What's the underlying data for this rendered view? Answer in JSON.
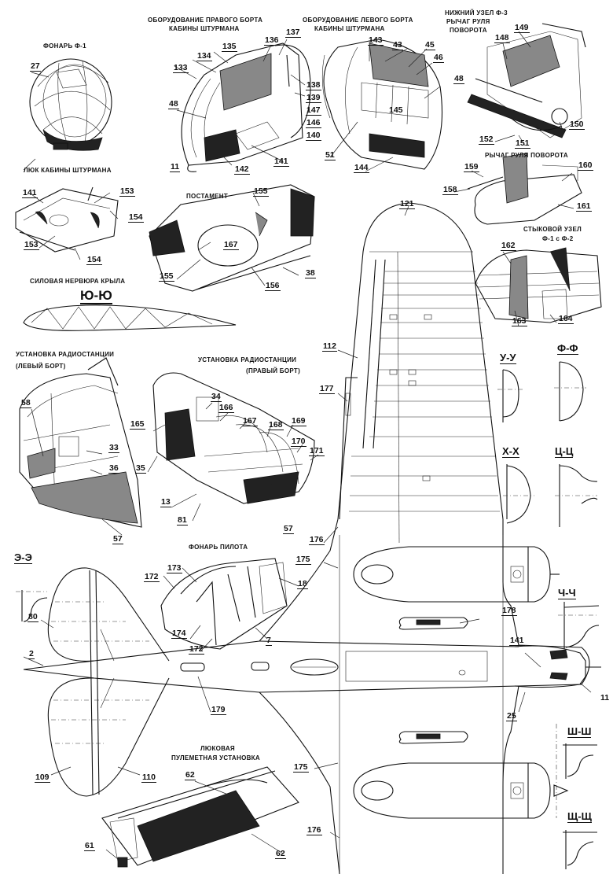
{
  "titles": {
    "canopy_f1": "ФОНАРЬ Ф-1",
    "right_nav_equipment_1": "ОБОРУДОВАНИЕ ПРАВОГО БОРТА",
    "right_nav_equipment_2": "КАБИНЫ ШТУРМАНА",
    "left_nav_equipment_1": "ОБОРУДОВАНИЕ ЛЕВОГО БОРТА",
    "left_nav_equipment_2": "КАБИНЫ ШТУРМАНА",
    "lower_unit_1": "НИЖНИЙ УЗЕЛ Ф-3",
    "lower_unit_2": "РЫЧАГ РУЛЯ",
    "lower_unit_3": "ПОВОРОТА",
    "nav_hatch": "ЛЮК КАБИНЫ ШТУРМАНА",
    "pedestal": "ПОСТАМЕНТ",
    "rudder_lever": "РЫЧАГ РУЛЯ ПОВОРОТА",
    "joint_1": "СТЫКОВОЙ УЗЕЛ",
    "joint_2": "Ф-1 с Ф-2",
    "wing_rib": "СИЛОВАЯ НЕРВЮРА КРЫЛА",
    "radio_left_1": "УСТАНОВКА РАДИОСТАНЦИИ",
    "radio_left_2": "(ЛЕВЫЙ БОРТ)",
    "radio_right_1": "УСТАНОВКА РАДИОСТАНЦИИ",
    "radio_right_2": "(ПРАВЫЙ БОРТ)",
    "pilot_canopy": "ФОНАРЬ ПИЛОТА",
    "hatch_gun_1": "ЛЮКОВАЯ",
    "hatch_gun_2": "ПУЛЕМЕТНАЯ УСТАНОВКА"
  },
  "sections": {
    "yu": "Ю-Ю",
    "u": "У-У",
    "f": "Ф-Ф",
    "kh": "Х-Х",
    "ts": "Ц-Ц",
    "e": "Э-Э",
    "ch": "Ч-Ч",
    "sh": "Ш-Ш",
    "shch": "Щ-Щ"
  },
  "callouts": {
    "c27": "27",
    "c133": "133",
    "c134": "134",
    "c135": "135",
    "c136": "136",
    "c137": "137",
    "c48a": "48",
    "c138": "138",
    "c139": "139",
    "c147": "147",
    "c146": "146",
    "c140": "140",
    "c11a": "11",
    "c142": "142",
    "c141a": "141",
    "c143": "143",
    "c43": "43",
    "c45": "45",
    "c46": "46",
    "c48b": "48",
    "c145": "145",
    "c51": "51",
    "c144": "144",
    "c148": "148",
    "c149": "149",
    "c150": "150",
    "c152": "152",
    "c151": "151",
    "c141b": "141",
    "c153a": "153",
    "c154a": "154",
    "c153b": "153",
    "c154b": "154",
    "c155a": "155",
    "c167a": "167",
    "c155b": "155",
    "c156": "156",
    "c38a": "38",
    "c159": "159",
    "c160": "160",
    "c158": "158",
    "c161": "161",
    "c162": "162",
    "c163": "163",
    "c164": "164",
    "c121": "121",
    "c112": "112",
    "c177": "177",
    "c58": "58",
    "c33": "33",
    "c36": "36",
    "c57a": "57",
    "c34": "34",
    "c166": "166",
    "c165": "165",
    "c167b": "167",
    "c168": "168",
    "c169": "169",
    "c170": "170",
    "c171": "171",
    "c35": "35",
    "c13": "13",
    "c81": "81",
    "c57b": "57",
    "c176a": "176",
    "c175a": "175",
    "c173": "173",
    "c172a": "172",
    "c18": "18",
    "c174": "174",
    "c172b": "172",
    "c7": "7",
    "c80": "80",
    "c2": "2",
    "c179": "179",
    "c178": "178",
    "c141c": "141",
    "c11b": "11",
    "c25": "25",
    "c109": "109",
    "c110": "110",
    "c62a": "62",
    "c62b": "62",
    "c61": "61",
    "c175b": "175",
    "c176b": "176"
  }
}
